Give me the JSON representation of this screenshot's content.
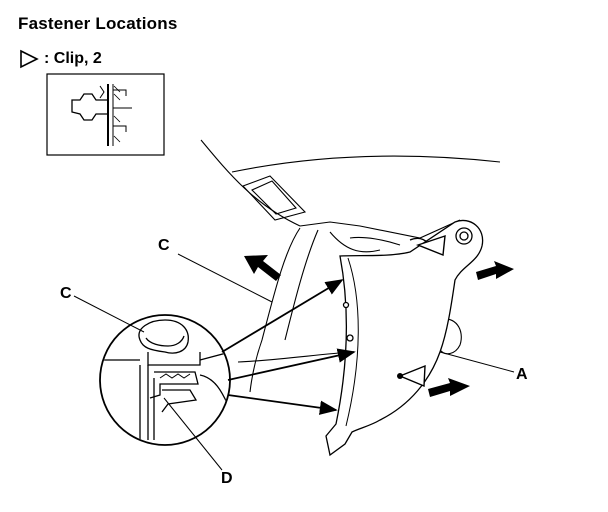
{
  "header": {
    "title": "Fastener Locations",
    "legend_label": ": Clip, 2"
  },
  "callouts": {
    "a": "A",
    "c_upper": "C",
    "c_lower": "C",
    "d": "D"
  },
  "icons": {
    "legend_symbol": "triangle-outline-icon",
    "arrow_marks": "arrow-fill-icon"
  },
  "colors": {
    "line": "#000000",
    "background": "#ffffff"
  }
}
